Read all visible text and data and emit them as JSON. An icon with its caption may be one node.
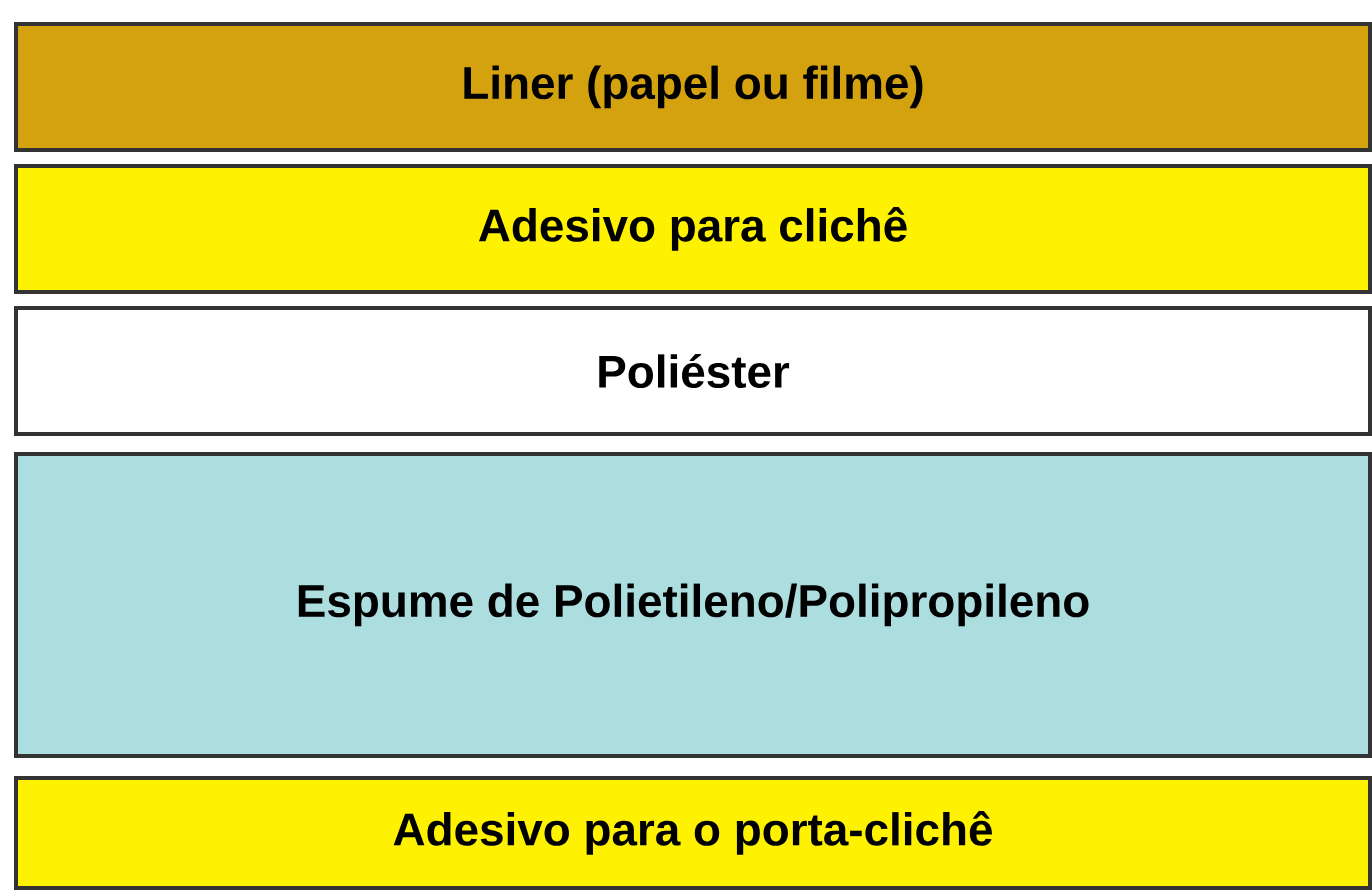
{
  "diagram": {
    "nodes": [
      {
        "text": [
          "Liner (papel ou filme)"
        ]
      },
      {
        "text": [
          "Adesivo para clichê"
        ]
      },
      {
        "text": [
          "Poliéster"
        ]
      },
      {
        "text": [
          "Espume de Polietileno/Polipropileno"
        ]
      },
      {
        "text": [
          "Adesivo para o porta-clichê"
        ]
      }
    ]
  }
}
